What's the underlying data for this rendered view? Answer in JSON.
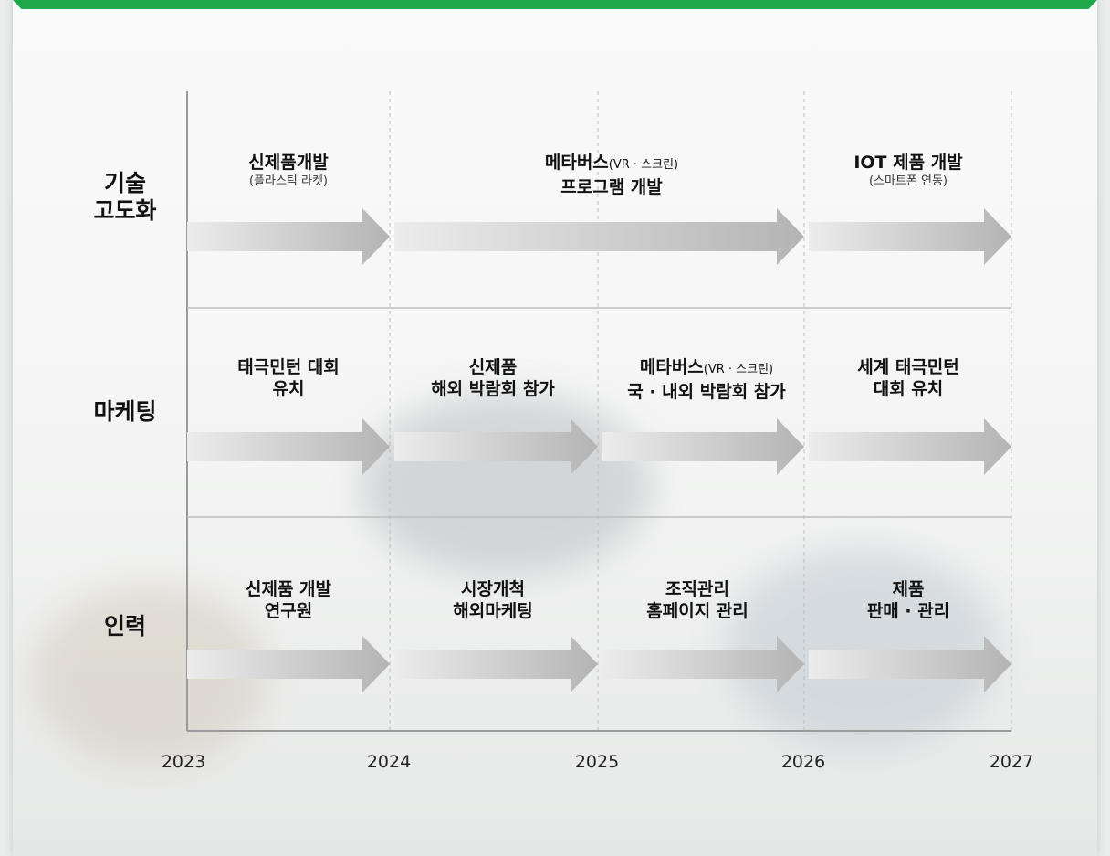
{
  "rows": [
    {
      "label_lines": [
        "기술",
        "고도화"
      ]
    },
    {
      "label_lines": [
        "마케팅"
      ]
    },
    {
      "label_lines": [
        "인력"
      ]
    }
  ],
  "years": [
    "2023",
    "2024",
    "2025",
    "2026",
    "2027"
  ],
  "cells": {
    "tech_1_title": "신제품개발",
    "tech_1_sub": "(플라스틱 라켓)",
    "tech_2_title": "메타버스",
    "tech_2_inline": "(VR · 스크린)",
    "tech_2_line2": "프로그램 개발",
    "tech_3_title": "IOT 제품 개발",
    "tech_3_sub": "(스마트폰 연동)",
    "mkt_1_line1": "태극민턴 대회",
    "mkt_1_line2": "유치",
    "mkt_2_line1": "신제품",
    "mkt_2_line2": "해외 박람회 참가",
    "mkt_3_line1": "메타버스",
    "mkt_3_inline": "(VR · 스크린)",
    "mkt_3_line2": "국 · 내외 박람회 참가",
    "mkt_4_line1": "세계 태극민턴",
    "mkt_4_line2": "대회 유치",
    "hr_1_line1": "신제품 개발",
    "hr_1_line2": "연구원",
    "hr_2_line1": "시장개척",
    "hr_2_line2": "해외마케팅",
    "hr_3_line1": "조직관리",
    "hr_3_line2": "홈페이지 관리",
    "hr_4_line1": "제품",
    "hr_4_line2": "판매 · 관리"
  },
  "colors": {
    "accent": "#1fa84a",
    "arrow_light": "#ececec",
    "arrow_dark": "#b8b8b8",
    "grid": "#bdbdbd",
    "axis": "#9a9a9a"
  }
}
